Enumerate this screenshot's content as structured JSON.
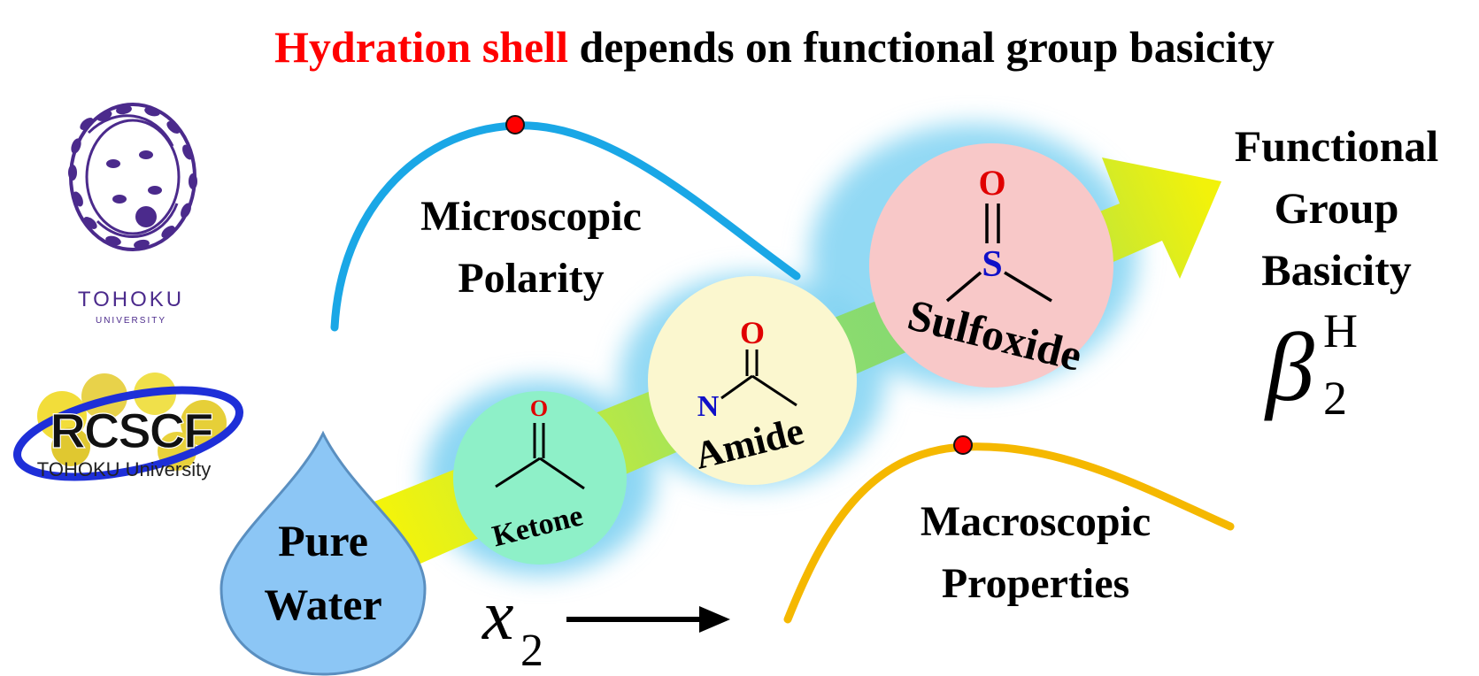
{
  "title": {
    "highlight": "Hydration shell",
    "rest": " depends on functional group basicity"
  },
  "logos": {
    "tohoku_name": "TOHOKU",
    "tohoku_sub": "UNIVERSITY",
    "rcscf_name": "RCSCF",
    "rcscf_sub": "TOHOKU University"
  },
  "labels": {
    "micro_line1": "Microscopic",
    "micro_line2": "Polarity",
    "macro_line1": "Macroscopic",
    "macro_line2": "Properties",
    "water_line1": "Pure",
    "water_line2": "Water",
    "axis_var": "x",
    "axis_sub": "2",
    "fgb_line1": "Functional",
    "fgb_line2": "Group",
    "fgb_line3": "Basicity",
    "beta_symbol": "β",
    "beta_sup": "H",
    "beta_sub": "2"
  },
  "molecules": {
    "ketone": {
      "name": "Ketone",
      "atom_o": "O"
    },
    "amide": {
      "name": "Amide",
      "atom_o": "O",
      "atom_n": "N"
    },
    "sulfoxide": {
      "name": "Sulfoxide",
      "atom_o": "O",
      "atom_s": "S"
    }
  },
  "colors": {
    "title_highlight": "#ff0000",
    "micro_curve": "#1aa7e6",
    "macro_curve": "#f5b800",
    "peak_dot": "#ff0000",
    "water_drop": "#8cc6f5",
    "ketone_bg": "#8ef0c8",
    "amide_bg": "#fbf7cf",
    "sulfoxide_bg": "#f8c8c8",
    "glow": "#7fd2f2",
    "tohoku_purple": "#4b2a8c",
    "rcscf_blue": "#1e2fd8"
  }
}
